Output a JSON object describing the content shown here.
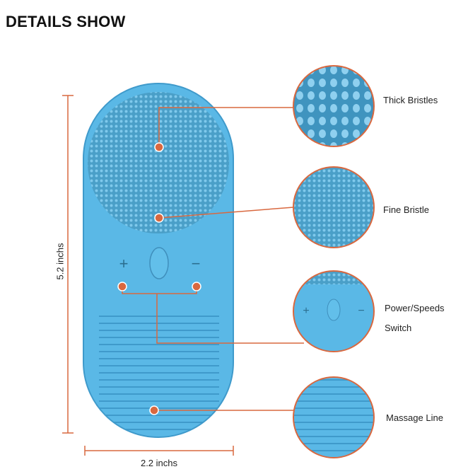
{
  "title": "DETAILS SHOW",
  "dimensions": {
    "height_label": "5.2 inchs",
    "width_label": "2.2 inchs"
  },
  "features": [
    {
      "label": "Thick Bristles"
    },
    {
      "label": "Fine Bristle"
    },
    {
      "label_line1": "Power/Speeds",
      "label_line2": "Switch"
    },
    {
      "label": "Massage Line"
    }
  ],
  "device_controls": {
    "plus": "+",
    "minus": "−"
  },
  "colors": {
    "accent": "#d9683f",
    "device": "#5ab8e6",
    "bristle_area": "#4a9fc8"
  }
}
